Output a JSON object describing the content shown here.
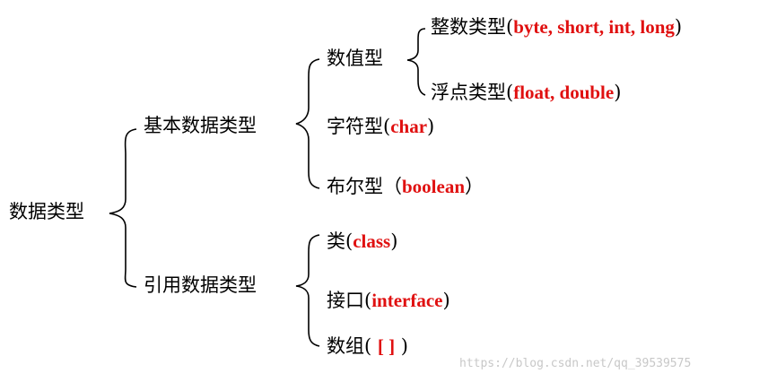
{
  "root": {
    "label": "数据类型"
  },
  "groups": {
    "primitive": {
      "label": "基本数据类型"
    },
    "reference": {
      "label": "引用数据类型"
    }
  },
  "primitive_children": {
    "numeric": {
      "label": "数值型"
    },
    "char": {
      "prefix": "字符型(",
      "term": "char",
      "suffix": ")"
    },
    "boolean": {
      "prefix": "布尔型（",
      "term": "boolean",
      "suffix": "）"
    }
  },
  "numeric_children": {
    "integer": {
      "prefix": "整数类型(",
      "term": "byte, short, int, long",
      "suffix": ")"
    },
    "float": {
      "prefix": "浮点类型(",
      "term": "float, double",
      "suffix": ")"
    }
  },
  "reference_children": {
    "class": {
      "prefix": "类(",
      "term": "class",
      "suffix": ")"
    },
    "interface": {
      "prefix": "接口(",
      "term": "interface",
      "suffix": ")"
    },
    "array": {
      "prefix": "数组( ",
      "term": "[ ]",
      "suffix": " )"
    }
  },
  "watermark": "https://blog.csdn.net/qq_39539575",
  "colors": {
    "keyword": "#e01010",
    "text": "#000000",
    "line": "#000000"
  }
}
